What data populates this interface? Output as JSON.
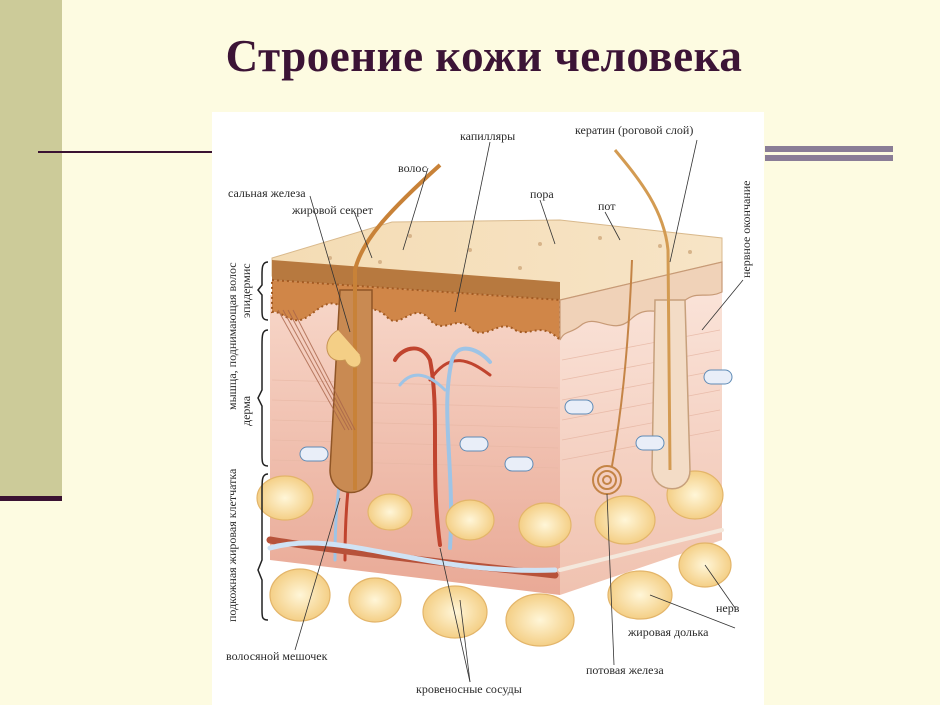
{
  "title": "Строение кожи человека",
  "labels": {
    "hair": "волос",
    "capillaries": "капилляры",
    "keratin": "кератин (роговой слой)",
    "sebaceous_gland": "сальная железа",
    "sebum": "жировой секрет",
    "pore": "пора",
    "sweat": "пот",
    "nerve_ending": "нервное окончание",
    "arrector_muscle": "мышца, поднимающая волос",
    "epidermis": "эпидермис",
    "dermis": "дерма",
    "subcutaneous": "подкожная жировая клетчатка",
    "nerve": "нерв",
    "fat_lobule": "жировая долька",
    "hair_follicle": "волосяной мешочек",
    "sweat_gland": "потовая железа",
    "blood_vessels": "кровеносные сосуды"
  },
  "colors": {
    "background": "#fdfbe1",
    "title": "#3c1436",
    "accent_bar": "#cccb99",
    "skin_surface": "#f4dcb4",
    "epidermis": "#cf8a4c",
    "dermis": "#f2c2b2",
    "fat": "#fbe2a8",
    "artery": "#c0442e",
    "vein": "#aac8e6"
  }
}
